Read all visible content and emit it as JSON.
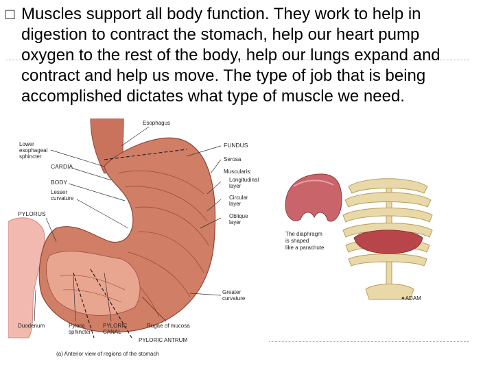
{
  "slide": {
    "bullet_glyph": "□",
    "bullet_text": "Muscles support all body function.  They work to help in digestion to contract the stomach, help our heart pump oxygen to the rest of the body, help our lungs expand and contract and help us move.  The type of job that is being accomplished dictates what type of muscle we need."
  },
  "stomach_figure": {
    "labels": {
      "esophagus": "Esophagus",
      "lower_esophageal_sphincter": "Lower\nesophageal\nsphincter",
      "cardia": "CARDIA",
      "body": "BODY",
      "lesser_curvature": "Lesser\ncurvature",
      "pylorus": "PYLORUS",
      "fundus": "FUNDUS",
      "serosa": "Serosa",
      "muscularis": "Muscularis:",
      "longitudinal_layer": "Longitudinal\nlayer",
      "circular_layer": "Circular\nlayer",
      "oblique_layer": "Oblique\nlayer",
      "greater_curvature": "Greater\ncurvature",
      "duodenum": "Duodenum",
      "pyloric_sphincter": "Pyloric\nsphincter",
      "pyloric_canal": "PYLORIC\nCANAL",
      "rugae_of_mucosa": "Rugae of mucosa",
      "pyloric_antrum": "PYLORIC ANTRUM"
    },
    "caption": "(a) Anterior view of regions of the stomach"
  },
  "diaphragm_figure": {
    "caption": "The diaphragm\nis shaped\nlike a parachute",
    "credit": "✦ADAM"
  },
  "colors": {
    "muscle": "#c9735c",
    "muscle_light": "#e8a58f",
    "muscle_dark": "#9c4a3a",
    "duodenum": "#f2b9b0",
    "bone": "#e9d9a8",
    "rule": "#a9b7c6"
  }
}
